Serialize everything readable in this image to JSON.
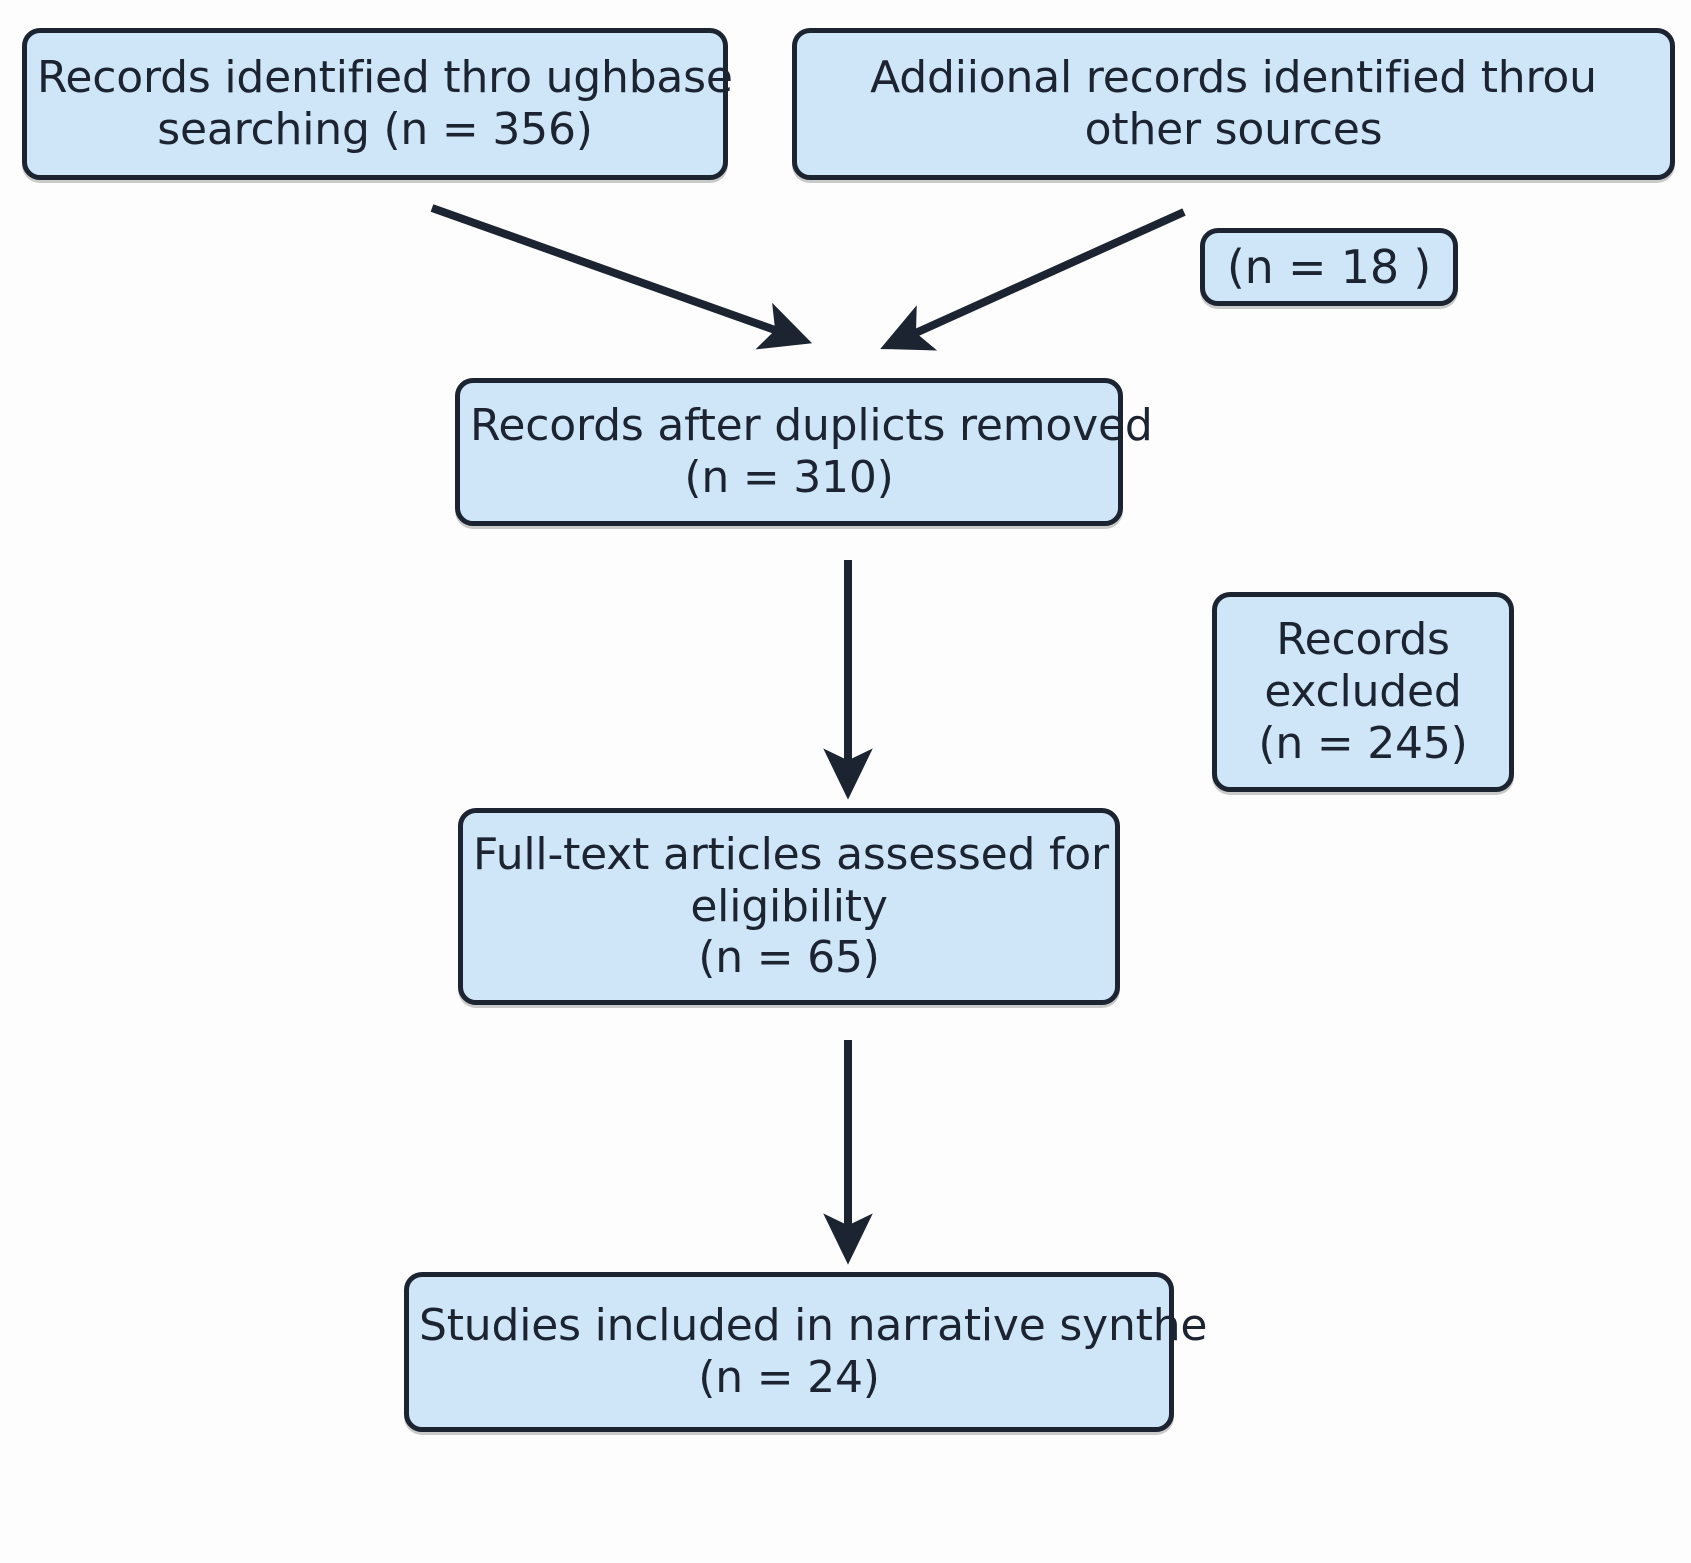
{
  "diagram": {
    "type": "prisma-flow-diagram",
    "title": "",
    "colors": {
      "node_fill": "#cfe6f9",
      "node_border": "#1b2430",
      "arrow": "#1b2430",
      "background": "#fdfdfd",
      "text": "#1b2430"
    },
    "nodes": [
      {
        "id": "identified",
        "name": "records-identified-box",
        "lines": [
          "Records identified thro ughbase",
          "searching (n = 356)"
        ],
        "count": 356
      },
      {
        "id": "additional",
        "name": "additional-records-box",
        "lines": [
          "Addiional records identified throu",
          "other sources"
        ],
        "count": null
      },
      {
        "id": "other_count",
        "name": "other-sources-count-box",
        "lines": [
          "(n = 18 )"
        ],
        "count": 18
      },
      {
        "id": "dedup",
        "name": "records-after-duplicates-box",
        "lines": [
          "Records after duplicts removed",
          "(n = 310)"
        ],
        "count": 310
      },
      {
        "id": "excluded",
        "name": "records-excluded-box",
        "lines": [
          "Records",
          "excluded",
          "(n = 245)"
        ],
        "count": 245
      },
      {
        "id": "fulltext",
        "name": "full-text-assessed-box",
        "lines": [
          "Full-text articles assessed for",
          "eligibility",
          "(n = 65)"
        ],
        "count": 65
      },
      {
        "id": "included",
        "name": "studies-included-box",
        "lines": [
          "Studies included in narrative synthe",
          "(n = 24)"
        ],
        "count": 24
      }
    ],
    "edges": [
      {
        "from": "identified",
        "to": "dedup",
        "style": "diagonal-arrow"
      },
      {
        "from": "additional",
        "to": "dedup",
        "style": "diagonal-arrow"
      },
      {
        "from": "dedup",
        "to": "fulltext",
        "style": "vertical-arrow"
      },
      {
        "from": "fulltext",
        "to": "included",
        "style": "vertical-arrow"
      }
    ]
  }
}
